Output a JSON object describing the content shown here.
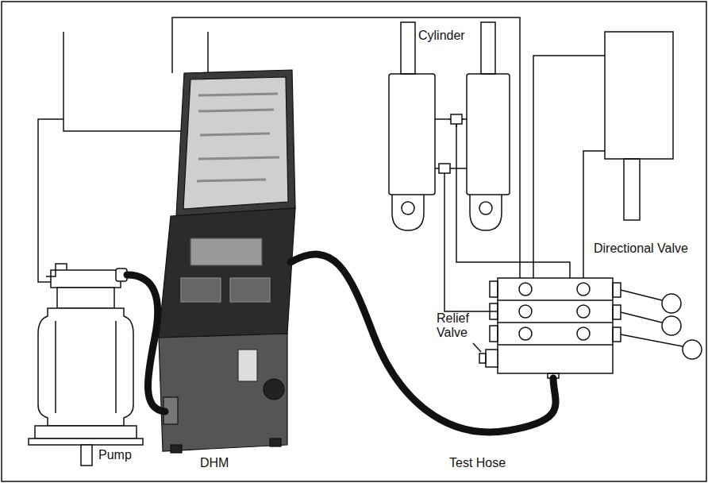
{
  "diagram": {
    "labels": [
      "Cylinder",
      "Directional Valve",
      "Relief Valve",
      "Pump",
      "DHM",
      "Test Hose"
    ]
  }
}
